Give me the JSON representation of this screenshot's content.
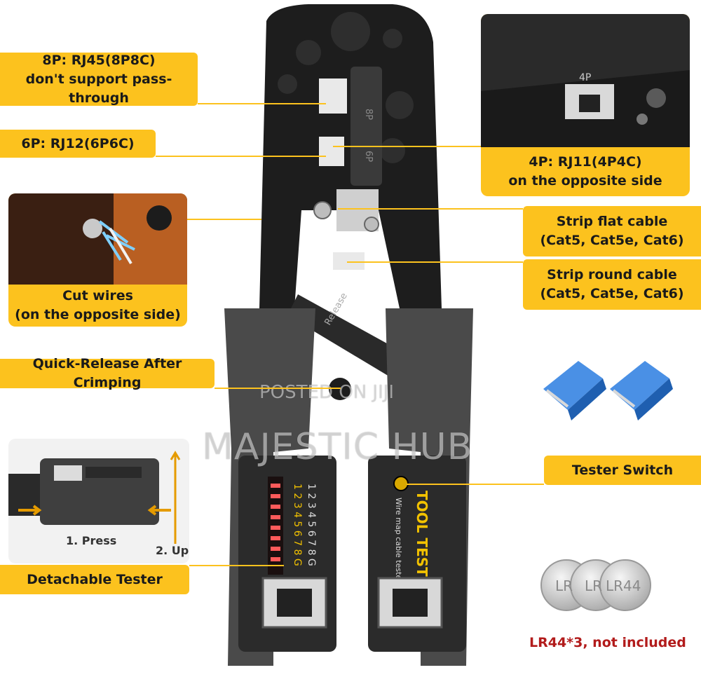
{
  "labels": {
    "rj45_line1": "8P: RJ45(8P8C)",
    "rj45_line2": "don't support pass-through",
    "rj12": "6P: RJ12(6P6C)",
    "rj11_line1": "4P: RJ11(4P4C)",
    "rj11_line2": "on the opposite side",
    "strip_flat_line1": "Strip flat cable",
    "strip_flat_line2": "(Cat5, Cat5e, Cat6)",
    "strip_round_line1": "Strip round cable",
    "strip_round_line2": "(Cat5, Cat5e, Cat6)",
    "cut_line1": "Cut wires",
    "cut_line2": "(on the opposite side)",
    "quick_release": "Quick-Release After Crimping",
    "tester_switch": "Tester Switch",
    "detachable": "Detachable Tester"
  },
  "tester_photo": {
    "press": "1. Press",
    "up": "2. Up"
  },
  "tool_markings": {
    "die_8p": "8P",
    "die_6p": "6P",
    "die_4p": "4P",
    "release": "Release",
    "brand": "TOOL TEST",
    "subtitle": "Wire map cable tester",
    "leds_left": "1 2 3 4 5 6 7 8 G",
    "leds_right": "1 2 3 4 5 6 7 8 G"
  },
  "batteries": {
    "coin1": "LR",
    "coin2": "LR",
    "coin3": "LR44",
    "note": "LR44*3, not included"
  },
  "watermark": {
    "line1": "POSTED ON JIJI",
    "line2": "MAJESTIC HUB"
  },
  "colors": {
    "accent": "#fcc21e",
    "tool_body": "#1d1d1d",
    "handle": "#4a4a4a",
    "connector": "#2a7de1",
    "warning_text": "#b21b1b"
  }
}
